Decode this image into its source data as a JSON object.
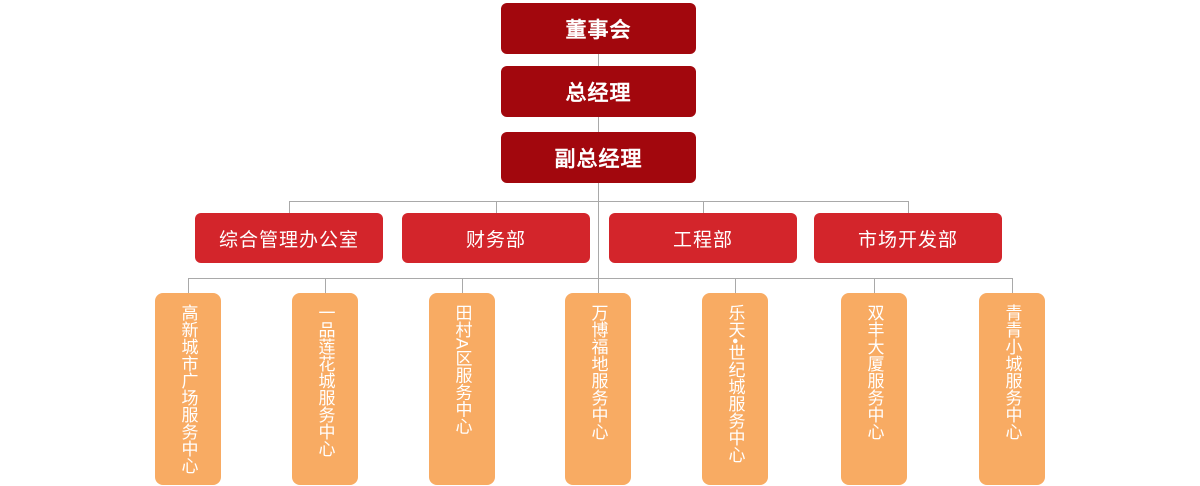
{
  "page": {
    "background": "#ffffff",
    "type": "organization-chart"
  },
  "org_chart": {
    "colors": {
      "executive_box": "#a2070d",
      "department_box": "#d3252b",
      "service_center_box": "#f8ab63",
      "connector_line": "#a9a9a9",
      "text": "#ffffff"
    },
    "executives": [
      {
        "label": "董事会"
      },
      {
        "label": "总经理"
      },
      {
        "label": "副总经理"
      }
    ],
    "departments": [
      {
        "label": "综合管理办公室"
      },
      {
        "label": "财务部"
      },
      {
        "label": "工程部"
      },
      {
        "label": "市场开发部"
      }
    ],
    "service_centers": [
      {
        "label": "高新城市广场服务中心"
      },
      {
        "label": "一品莲花城服务中心"
      },
      {
        "label": "田村A区服务中心"
      },
      {
        "label": "万博福地服务中心"
      },
      {
        "label": "乐天•世纪城服务中心"
      },
      {
        "label": "双丰大厦服务中心"
      },
      {
        "label": "青青小城服务中心"
      }
    ]
  }
}
